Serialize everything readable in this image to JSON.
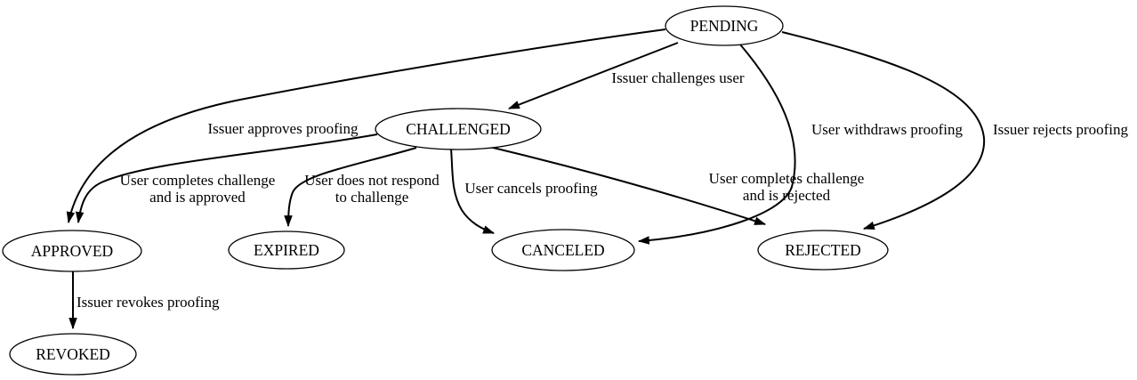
{
  "diagram": {
    "background_color": "#ffffff",
    "line_color": "#000000",
    "type": "state-machine-graph"
  },
  "nodes": [
    {
      "id": "pending",
      "label": "PENDING"
    },
    {
      "id": "challenged",
      "label": "CHALLENGED"
    },
    {
      "id": "approved",
      "label": "APPROVED"
    },
    {
      "id": "expired",
      "label": "EXPIRED"
    },
    {
      "id": "canceled",
      "label": "CANCELED"
    },
    {
      "id": "rejected",
      "label": "REJECTED"
    },
    {
      "id": "revoked",
      "label": "REVOKED"
    }
  ],
  "edges": [
    {
      "from": "PENDING",
      "to": "CHALLENGED",
      "lines": [
        "Issuer challenges user"
      ]
    },
    {
      "from": "PENDING",
      "to": "APPROVED",
      "lines": [
        "Issuer approves proofing"
      ]
    },
    {
      "from": "PENDING",
      "to": "CANCELED",
      "lines": [
        "User withdraws proofing"
      ]
    },
    {
      "from": "PENDING",
      "to": "REJECTED",
      "lines": [
        "Issuer rejects proofing"
      ]
    },
    {
      "from": "CHALLENGED",
      "to": "APPROVED",
      "lines": [
        "User completes challenge",
        "and is approved"
      ]
    },
    {
      "from": "CHALLENGED",
      "to": "EXPIRED",
      "lines": [
        "User does not respond",
        "to challenge"
      ]
    },
    {
      "from": "CHALLENGED",
      "to": "CANCELED",
      "lines": [
        "User cancels proofing"
      ]
    },
    {
      "from": "CHALLENGED",
      "to": "REJECTED",
      "lines": [
        "User completes challenge",
        "and is rejected"
      ]
    },
    {
      "from": "APPROVED",
      "to": "REVOKED",
      "lines": [
        "Issuer revokes proofing"
      ]
    }
  ]
}
